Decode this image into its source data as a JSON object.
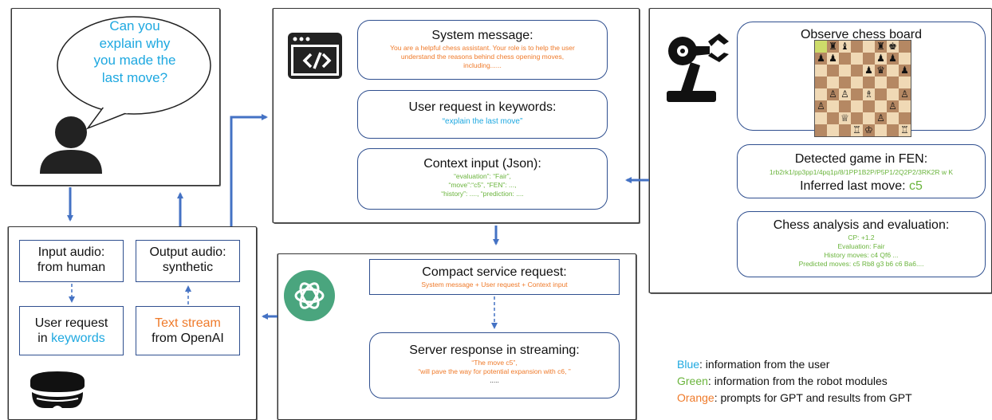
{
  "speech": [
    "Can you",
    "explain why",
    "you made the",
    "last move?"
  ],
  "audio": {
    "input_title_1": "Input audio:",
    "input_title_2": "from human",
    "output_title_1": "Output audio:",
    "output_title_2": "synthetic",
    "user_req_1": "User request",
    "user_req_2a": "in ",
    "user_req_2b": "keywords",
    "text_stream_1": "Text stream",
    "text_stream_2": "from OpenAI"
  },
  "prompt": {
    "system_title": "System message:",
    "system_body": [
      "You are a helpful chess assistant. Your role is to help the user",
      "understand the reasons behind chess opening moves,",
      "including......"
    ],
    "request_title": "User request in keywords:",
    "request_body": "“explain the last move”",
    "context_title": "Context input (Json):",
    "context_body": [
      "“evaluation”: “Fair”,",
      "“move”:“c5”, “FEN”: ...,",
      "“history”: ....,   “prediction: ...."
    ]
  },
  "gpt": {
    "compact_title": "Compact service request:",
    "compact_body": "System message + User request + Context input",
    "response_title": "Server response in streaming:",
    "response_body": [
      "“The move c5”,",
      "“will pave the way for potential expansion with c6, ”",
      "....."
    ]
  },
  "robot": {
    "observe_title": "Observe chess board",
    "fen_title": "Detected game in FEN:",
    "fen_value": "1rb2rk1/pp3pp1/4pq1p/8/1PP1B2P/P5P1/2Q2P2/3RK2R w K",
    "inferred_label": "Inferred last move: ",
    "inferred_value": "c5",
    "analysis_title": "Chess analysis and evaluation:",
    "analysis_lines": [
      "CP: +1.2",
      "Evaluation: Fair",
      "History moves: c4 Qf6 ...",
      "Predicted moves: c5 Rb8 g3 b6 c6 Ba6...."
    ]
  },
  "legend": [
    {
      "key": "Blue",
      "text": ": information from the user",
      "color": "#1ea8e0"
    },
    {
      "key": "Green",
      "text": ": information from the robot modules",
      "color": "#6ab43c"
    },
    {
      "key": "Orange",
      "text": ": prompts for GPT and results from GPT",
      "color": "#ef7a2a"
    }
  ],
  "board": {
    "light": "#f0d9b5",
    "dark": "#b58863",
    "highlight": "#cddc6a",
    "rows": [
      [
        " ",
        "♜",
        "♝",
        " ",
        " ",
        "♜",
        "♚",
        " "
      ],
      [
        "♟",
        "♟",
        " ",
        " ",
        " ",
        "♟",
        "♟",
        " "
      ],
      [
        " ",
        " ",
        " ",
        " ",
        "♟",
        "♛",
        " ",
        "♟"
      ],
      [
        " ",
        " ",
        " ",
        " ",
        " ",
        " ",
        " ",
        " "
      ],
      [
        " ",
        "♙",
        "♙",
        " ",
        "♗",
        " ",
        " ",
        "♙"
      ],
      [
        "♙",
        " ",
        " ",
        " ",
        " ",
        " ",
        "♙",
        " "
      ],
      [
        " ",
        " ",
        "♕",
        " ",
        " ",
        "♙",
        " ",
        " "
      ],
      [
        " ",
        " ",
        " ",
        "♖",
        "♔",
        " ",
        " ",
        "♖"
      ]
    ]
  },
  "colors": {
    "arrow": "#4472c4",
    "box_border": "#2f4f8f",
    "openai": "#4aa57e"
  }
}
